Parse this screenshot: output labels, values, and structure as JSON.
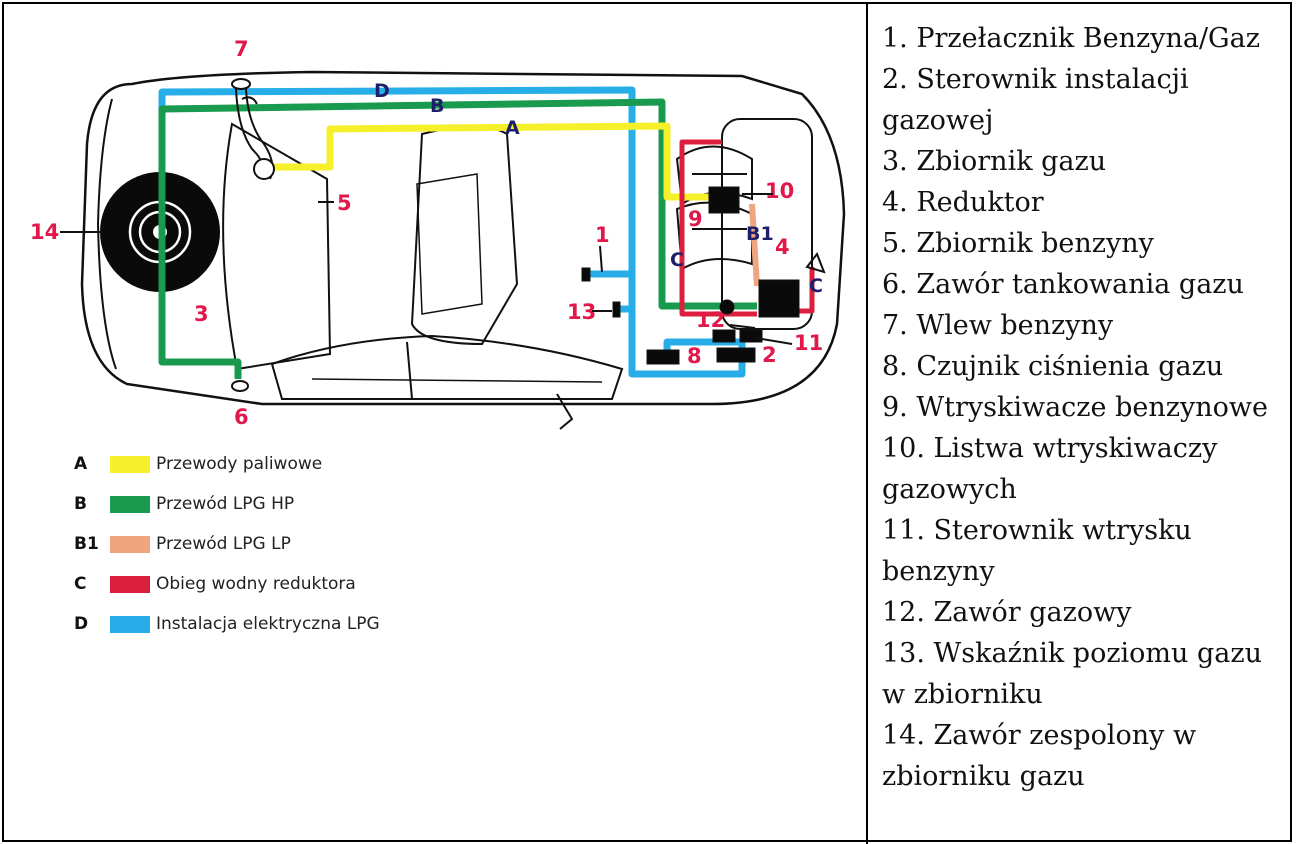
{
  "components": [
    "1. Przełacznik Benzyna/Gaz",
    "2. Sterownik instalacji gazowej",
    "3. Zbiornik gazu",
    "4. Reduktor",
    "5. Zbiornik benzyny",
    "6. Zawór tankowania gazu",
    "7. Wlew benzyny",
    "8. Czujnik ciśnienia gazu",
    "9. Wtryskiwacze benzynowe",
    "10. Listwa wtryskiwaczy gazowych",
    "11. Sterownik wtrysku benzyny",
    "12. Zawór gazowy",
    "13. Wskaźnik poziomu gazu w zbiorniku",
    "14. Zawór zespolony w zbiorniku gazu"
  ],
  "legend": [
    {
      "code": "A",
      "label": "Przewody paliwowe",
      "color": "#f6f02a"
    },
    {
      "code": "B",
      "label": "Przewód LPG HP",
      "color": "#1a9a4e"
    },
    {
      "code": "B1",
      "label": "Przewód LPG LP",
      "color": "#f0a57e"
    },
    {
      "code": "C",
      "label": "Obieg wodny reduktora",
      "color": "#dc1f3d"
    },
    {
      "code": "D",
      "label": "Instalacja elektryczna LPG",
      "color": "#27aee8"
    }
  ],
  "diagram_labels": {
    "n1": "1",
    "n2": "2",
    "n3": "3",
    "n4": "4",
    "n5": "5",
    "n6": "6",
    "n7": "7",
    "n8": "8",
    "n9": "9",
    "n10": "10",
    "n11": "11",
    "n12": "12",
    "n13": "13",
    "n14": "14",
    "line_a": "A",
    "line_b": "B",
    "line_b1": "B1",
    "line_c1": "C",
    "line_c2": "C",
    "line_d": "D"
  },
  "colors": {
    "label_red": "#e0194a",
    "letter_navy": "#1d1f6b"
  }
}
